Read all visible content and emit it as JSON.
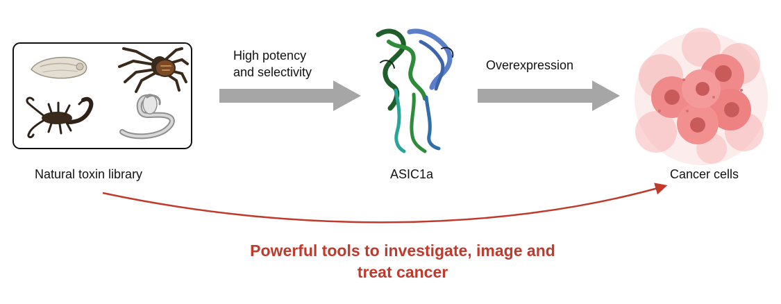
{
  "nodes": {
    "toxin_library": {
      "label": "Natural toxin library"
    },
    "asic1a": {
      "label": "ASIC1a"
    },
    "cancer_cells": {
      "label": "Cancer cells"
    }
  },
  "arrows": {
    "left": {
      "label_line1": "High potency",
      "label_line2": "and selectivity"
    },
    "right": {
      "label": "Overexpression"
    }
  },
  "conclusion": {
    "line1": "Powerful tools to investigate, image and",
    "line2": "treat cancer"
  },
  "icons": {
    "shell": "cone-snail-shell-icon",
    "spider": "tarantula-icon",
    "scorpion": "scorpion-icon",
    "snake": "cobra-snake-icon",
    "protein": "protein-structure-icon",
    "cells": "cancer-cell-cluster-icon"
  },
  "colors": {
    "arrow_gray": "#a6a6a6",
    "conclusion_red": "#c0392b",
    "protein_green": "#2e8b3a",
    "protein_blue": "#5a7fc8",
    "cell_pink": "#f08a8a"
  }
}
